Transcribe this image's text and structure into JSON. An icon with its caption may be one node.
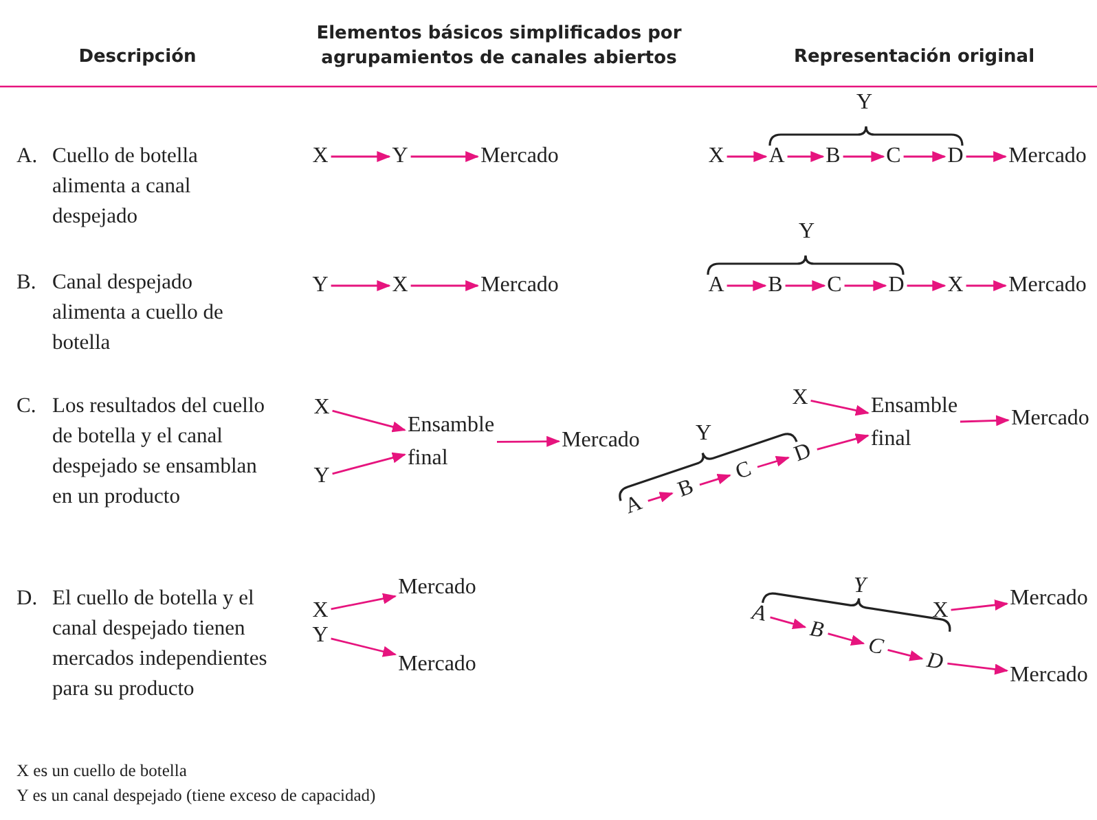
{
  "diagram": {
    "nodes": [
      {
        "text": [
          "X"
        ]
      },
      {
        "text": [
          "Y"
        ]
      },
      {
        "text": [
          "Mercado"
        ]
      },
      {
        "text": [
          "X"
        ]
      },
      {
        "text": [
          "A"
        ]
      },
      {
        "text": [
          "B"
        ]
      },
      {
        "text": [
          "C"
        ]
      },
      {
        "text": [
          "D"
        ]
      },
      {
        "text": [
          "Mercado"
        ]
      },
      {
        "text": [
          "Y"
        ]
      },
      {
        "text": [
          "X"
        ]
      },
      {
        "text": [
          "Mercado"
        ]
      },
      {
        "text": [
          "A"
        ]
      },
      {
        "text": [
          "B"
        ]
      },
      {
        "text": [
          "C"
        ]
      },
      {
        "text": [
          "D"
        ]
      },
      {
        "text": [
          "X"
        ]
      },
      {
        "text": [
          "Mercado"
        ]
      },
      {
        "text": [
          "X"
        ]
      },
      {
        "text": [
          "Y"
        ]
      },
      {
        "text": [
          "Ensamble final"
        ]
      },
      {
        "text": [
          "Mercado"
        ]
      },
      {
        "text": [
          "X"
        ]
      },
      {
        "text": [
          "A"
        ]
      },
      {
        "text": [
          "B"
        ]
      },
      {
        "text": [
          "C"
        ]
      },
      {
        "text": [
          "D"
        ]
      },
      {
        "text": [
          "Ensamble final"
        ]
      },
      {
        "text": [
          "Mercado"
        ]
      },
      {
        "text": [
          "Mercado"
        ]
      },
      {
        "text": [
          "X"
        ]
      },
      {
        "text": [
          "Y"
        ]
      },
      {
        "text": [
          "Mercado"
        ]
      },
      {
        "text": [
          "A"
        ]
      },
      {
        "text": [
          "B"
        ]
      },
      {
        "text": [
          "C"
        ]
      },
      {
        "text": [
          "D"
        ]
      },
      {
        "text": [
          "X"
        ]
      },
      {
        "text": [
          "Mercado"
        ]
      },
      {
        "text": [
          "Mercado"
        ]
      }
    ],
    "edges": [
      {
        "from": 0,
        "to": 1,
        "arrow": "to"
      },
      {
        "from": 1,
        "to": 2,
        "arrow": "to"
      },
      {
        "from": 3,
        "to": 4,
        "arrow": "to"
      },
      {
        "from": 4,
        "to": 5,
        "arrow": "to"
      },
      {
        "from": 5,
        "to": 6,
        "arrow": "to"
      },
      {
        "from": 6,
        "to": 7,
        "arrow": "to"
      },
      {
        "from": 7,
        "to": 8,
        "arrow": "to"
      },
      {
        "from": 9,
        "to": 10,
        "arrow": "to"
      },
      {
        "from": 10,
        "to": 11,
        "arrow": "to"
      },
      {
        "from": 12,
        "to": 13,
        "arrow": "to"
      },
      {
        "from": 13,
        "to": 14,
        "arrow": "to"
      },
      {
        "from": 14,
        "to": 15,
        "arrow": "to"
      },
      {
        "from": 15,
        "to": 16,
        "arrow": "to"
      },
      {
        "from": 16,
        "to": 17,
        "arrow": "to"
      },
      {
        "from": 18,
        "to": 20,
        "arrow": "to"
      },
      {
        "from": 19,
        "to": 20,
        "arrow": "to"
      },
      {
        "from": 20,
        "to": 21,
        "arrow": "to"
      },
      {
        "from": 22,
        "to": 27,
        "arrow": "to"
      },
      {
        "from": 23,
        "to": 24,
        "arrow": "to"
      },
      {
        "from": 24,
        "to": 25,
        "arrow": "to"
      },
      {
        "from": 25,
        "to": 26,
        "arrow": "to"
      },
      {
        "from": 26,
        "to": 27,
        "arrow": "to"
      },
      {
        "from": 27,
        "to": 28,
        "arrow": "to"
      },
      {
        "from": 30,
        "to": 29,
        "arrow": "to"
      },
      {
        "from": 31,
        "to": 32,
        "arrow": "to"
      },
      {
        "from": 33,
        "to": 34,
        "arrow": "to"
      },
      {
        "from": 34,
        "to": 35,
        "arrow": "to"
      },
      {
        "from": 35,
        "to": 36,
        "arrow": "to"
      },
      {
        "from": 36,
        "to": 39,
        "arrow": "to"
      },
      {
        "from": 37,
        "to": 38,
        "arrow": "to"
      }
    ],
    "labels": [
      "Descripción",
      "Elementos básicos simplificados por agrupamientos de canales abiertos",
      "Representación original",
      "A.",
      "Cuello de botella alimenta a canal despejado",
      "Y",
      "B.",
      "Canal despejado alimenta a cuello de botella",
      "Y",
      "C.",
      "Los resultados del cuello de botella y el canal despejado se ensamblan en un producto",
      "Y",
      "D.",
      "El cuello de botella y el canal despejado tienen mercados independientes para su producto",
      "Y",
      "X es un cuello de botella",
      "Y es un canal despejado (tiene exceso de capacidad)"
    ]
  }
}
